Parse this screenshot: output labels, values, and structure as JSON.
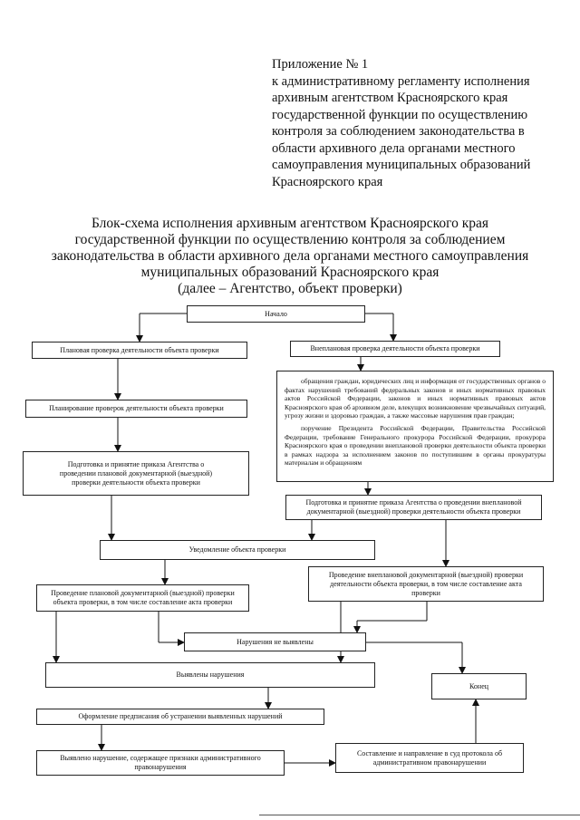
{
  "appendix": {
    "lines": [
      "Приложение № 1",
      "к административному регламенту исполнения",
      "архивным агентством Красноярского края",
      "государственной функции по осуществлению",
      "контроля за соблюдением законодательства в",
      "области архивного дела органами местного",
      "самоуправления муниципальных образований",
      "Красноярского края"
    ]
  },
  "title": {
    "lines": [
      "Блок-схема исполнения архивным агентством Красноярского края",
      "государственной функции по осуществлению контроля за соблюдением",
      "законодательства в области архивного дела органами местного самоуправления",
      "муниципальных образований Красноярского края",
      "(далее – Агентство, объект проверки)"
    ]
  },
  "boxes": {
    "start": "Начало",
    "planned": "Плановая проверка деятельности объекта проверки",
    "unplanned": "Внеплановая проверка деятельности объекта проверки",
    "grounds_1": "обращения граждан, юридических лиц и информация от государственных органов о фактах нарушений требований федеральных законов и иных нормативных правовых актов Российской Федерации, законов и иных нормативных правовых актов Красноярского края об архивном деле, влекущих возникновение чрезвычайных ситуаций, угрозу жизни и здоровью граждан, а также массовые нарушения прав граждан;",
    "grounds_2": "поручение Президента Российской Федерации, Правительства Российской Федерации, требование Генерального прокурора Российской Федерации, прокурора Красноярского края о проведении внеплановой проверки деятельности объекта проверки в рамках надзора за исполнением законов по поступившим в органы прокуратуры материалам и обращениям",
    "planning": "Планирование проверок деятельности объекта проверки",
    "order_planned": "Подготовка и принятие приказа Агентства о проведении плановой документарной (выездной) проверки деятельности объекта проверки",
    "order_unplanned": "Подготовка и принятие приказа Агентства о проведении внеплановой документарной (выездной) проверки деятельности объекта проверки",
    "notify": "Уведомление объекта проверки",
    "conduct_unplanned": "Проведение внеплановой документарной (выездной) проверки деятельности объекта проверки, в том числе составление акта проверки",
    "conduct_planned": "Проведение плановой документарной (выездной) проверки объекта проверки, в том числе составление акта проверки",
    "no_violations": "Нарушения не выявлены",
    "violations": "Выявлены нарушения",
    "end": "Конец",
    "prescription": "Оформление предписания об устранении выявленных нарушений",
    "admin_violation": "Выявлено нарушение, содержащее признаки административного правонарушения",
    "court": "Составление и направление в суд протокола об административном правонарушении"
  }
}
